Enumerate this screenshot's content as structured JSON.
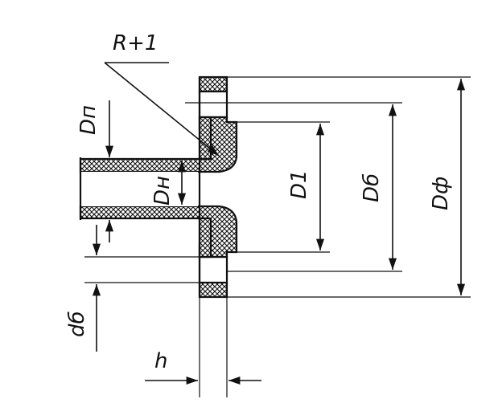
{
  "labels": {
    "radius": "R+1",
    "pipe_outer_diameter": "Dп",
    "pipe_inner_diameter": "Dн",
    "d1": "D1",
    "bolt_circle": "Dб",
    "flange_outer_diameter": "Dф",
    "bolt_hole": "dб",
    "thickness": "h"
  },
  "colors": {
    "ink": "#111111",
    "hatch_fill": "#ffffff",
    "background": "#ffffff"
  }
}
